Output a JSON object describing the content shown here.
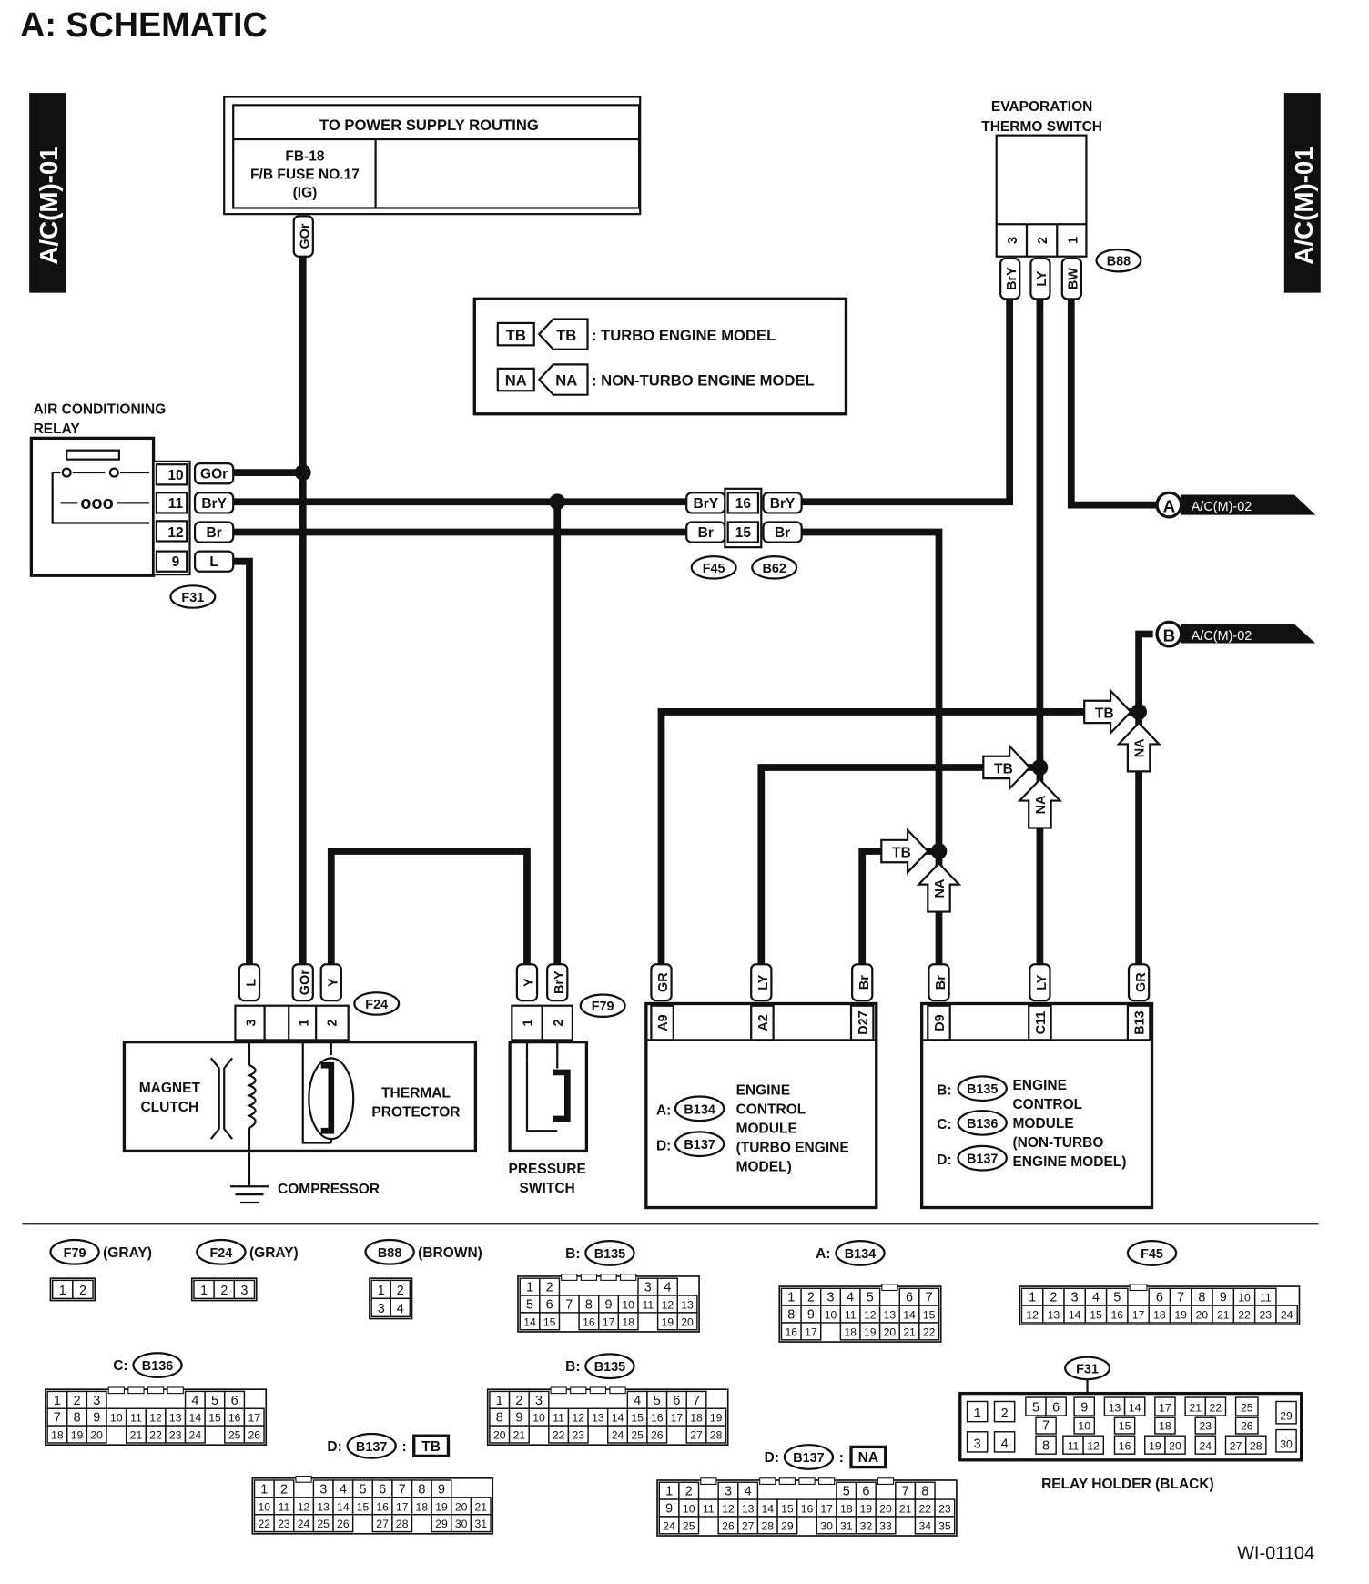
{
  "title": "A:  SCHEMATIC",
  "side_tabs": {
    "left": "A/C(M)-01",
    "right": "A/C(M)-01"
  },
  "power_box": {
    "header": "TO POWER SUPPLY ROUTING",
    "fuse_line1": "FB-18",
    "fuse_line2": "F/B FUSE NO.17",
    "fuse_line3": "(IG)"
  },
  "legend": {
    "tb_tag": "TB",
    "tb_text": ": TURBO ENGINE MODEL",
    "na_tag": "NA",
    "na_text": ": NON-TURBO ENGINE MODEL"
  },
  "evap_switch": {
    "label_line1": "EVAPORATION",
    "label_line2": "THERMO SWITCH",
    "connector": "B88",
    "pins": [
      "3",
      "2",
      "1"
    ],
    "wires": [
      "BrY",
      "LY",
      "BW"
    ]
  },
  "ac_relay": {
    "label_line1": "AIR CONDITIONING",
    "label_line2": "RELAY",
    "connector": "F31",
    "pins": [
      "10",
      "11",
      "12",
      "9"
    ],
    "wires": [
      "GOr",
      "BrY",
      "Br",
      "L"
    ]
  },
  "joint": {
    "left_connector": "F45",
    "right_connector": "B62",
    "pins": [
      "16",
      "15"
    ],
    "left_wires": [
      "BrY",
      "Br"
    ],
    "right_wires": [
      "BrY",
      "Br"
    ]
  },
  "offpage": [
    {
      "letter": "A",
      "ref": "A/C(M)-02"
    },
    {
      "letter": "B",
      "ref": "A/C(M)-02"
    }
  ],
  "flags": {
    "tb": "TB",
    "na": "NA"
  },
  "power_wire": "GOr",
  "compressor": {
    "connector": "F24",
    "pins": [
      "3",
      "1",
      "2"
    ],
    "wires": [
      "L",
      "GOr",
      "Y"
    ],
    "magnet_line1": "MAGNET",
    "magnet_line2": "CLUTCH",
    "thermal_line1": "THERMAL",
    "thermal_line2": "PROTECTOR",
    "label": "COMPRESSOR"
  },
  "pressure_switch": {
    "connector": "F79",
    "pins": [
      "1",
      "2"
    ],
    "wires": [
      "Y",
      "BrY"
    ],
    "label_line1": "PRESSURE",
    "label_line2": "SWITCH"
  },
  "ecm_turbo": {
    "pins": [
      "A9",
      "A2",
      "D27"
    ],
    "wires": [
      "GR",
      "LY",
      "Br"
    ],
    "row_a_prefix": "A:",
    "row_a_conn": "B134",
    "row_d_prefix": "D:",
    "row_d_conn": "B137",
    "lines": [
      "ENGINE",
      "CONTROL",
      "MODULE",
      "(TURBO ENGINE",
      "MODEL)"
    ]
  },
  "ecm_na": {
    "pins": [
      "D9",
      "C11",
      "B13"
    ],
    "wires": [
      "Br",
      "LY",
      "GR"
    ],
    "row_b_prefix": "B:",
    "row_b_conn": "B135",
    "row_c_prefix": "C:",
    "row_c_conn": "B136",
    "row_d_prefix": "D:",
    "row_d_conn": "B137",
    "lines": [
      "ENGINE",
      "CONTROL",
      "MODULE",
      "(NON-TURBO",
      "ENGINE MODEL)"
    ]
  },
  "connector_views": [
    {
      "id": "F79",
      "prefix": "",
      "note": "(GRAY)",
      "rows": [
        [
          "1",
          "2"
        ]
      ]
    },
    {
      "id": "F24",
      "prefix": "",
      "note": "(GRAY)",
      "rows": [
        [
          "1",
          "2",
          "3"
        ]
      ]
    },
    {
      "id": "B88",
      "prefix": "",
      "note": "(BROWN)",
      "rows": [
        [
          "1",
          "2"
        ],
        [
          "3",
          "4"
        ]
      ]
    },
    {
      "id": "B135",
      "prefix": "B:",
      "note": "",
      "rows": [
        [
          "1",
          "2",
          "",
          "",
          "",
          "",
          "3",
          "4"
        ],
        [
          "5",
          "6",
          "7",
          "8",
          "9",
          "10",
          "11",
          "12",
          "13"
        ],
        [
          "14",
          "15",
          "",
          "16",
          "17",
          "18",
          "",
          "19",
          "20"
        ]
      ]
    },
    {
      "id": "B134",
      "prefix": "A:",
      "note": "",
      "rows": [
        [
          "1",
          "2",
          "3",
          "4",
          "5",
          "",
          "6",
          "7"
        ],
        [
          "8",
          "9",
          "10",
          "11",
          "12",
          "13",
          "14",
          "15"
        ],
        [
          "16",
          "17",
          "",
          "18",
          "19",
          "20",
          "21",
          "22"
        ]
      ]
    },
    {
      "id": "F45",
      "prefix": "",
      "note": "",
      "rows": [
        [
          "1",
          "2",
          "3",
          "4",
          "5",
          "",
          "6",
          "7",
          "8",
          "9",
          "10",
          "11"
        ],
        [
          "12",
          "13",
          "14",
          "15",
          "16",
          "17",
          "18",
          "19",
          "20",
          "21",
          "22",
          "23",
          "24"
        ]
      ]
    },
    {
      "id": "B136",
      "prefix": "C:",
      "note": "",
      "rows": [
        [
          "1",
          "2",
          "3",
          "",
          "",
          "",
          "",
          "4",
          "5",
          "6"
        ],
        [
          "7",
          "8",
          "9",
          "10",
          "11",
          "12",
          "13",
          "14",
          "15",
          "16",
          "17"
        ],
        [
          "18",
          "19",
          "20",
          "",
          "21",
          "22",
          "23",
          "24",
          "",
          "25",
          "26"
        ]
      ]
    },
    {
      "id": "B135",
      "prefix": "B:",
      "note": "",
      "rows": [
        [
          "1",
          "2",
          "3",
          "",
          "",
          "",
          "",
          "4",
          "5",
          "6",
          "7"
        ],
        [
          "8",
          "9",
          "10",
          "11",
          "12",
          "13",
          "14",
          "15",
          "16",
          "17",
          "18",
          "19"
        ],
        [
          "20",
          "21",
          "",
          "22",
          "23",
          "",
          "24",
          "25",
          "26",
          "",
          "27",
          "28"
        ]
      ]
    },
    {
      "id": "B137",
      "prefix": "D:",
      "note": "TB",
      "rows": [
        [
          "1",
          "2",
          "",
          "3",
          "4",
          "5",
          "6",
          "7",
          "8",
          "9"
        ],
        [
          "10",
          "11",
          "12",
          "13",
          "14",
          "15",
          "16",
          "17",
          "18",
          "19",
          "20",
          "21"
        ],
        [
          "22",
          "23",
          "24",
          "25",
          "26",
          "",
          "27",
          "28",
          "",
          "29",
          "30",
          "31"
        ]
      ]
    },
    {
      "id": "B137",
      "prefix": "D:",
      "note": "NA",
      "rows": [
        [
          "1",
          "2",
          "",
          "3",
          "4",
          "",
          "",
          "",
          "",
          "5",
          "6",
          "",
          "7",
          "8"
        ],
        [
          "9",
          "10",
          "11",
          "12",
          "13",
          "14",
          "15",
          "16",
          "17",
          "18",
          "19",
          "20",
          "21",
          "22",
          "23"
        ],
        [
          "24",
          "25",
          "",
          "26",
          "27",
          "28",
          "29",
          "",
          "30",
          "31",
          "32",
          "33",
          "",
          "34",
          "35"
        ]
      ]
    }
  ],
  "relay_holder": {
    "connector": "F31",
    "label": "RELAY HOLDER (BLACK)",
    "cells": [
      "1",
      "2",
      "3",
      "4",
      "5",
      "6",
      "7",
      "8",
      "9",
      "10",
      "11",
      "12",
      "13",
      "14",
      "15",
      "16",
      "17",
      "18",
      "19",
      "20",
      "21",
      "22",
      "23",
      "24",
      "25",
      "26",
      "27",
      "28",
      "29",
      "30"
    ]
  },
  "figure_id": "WI-01104"
}
